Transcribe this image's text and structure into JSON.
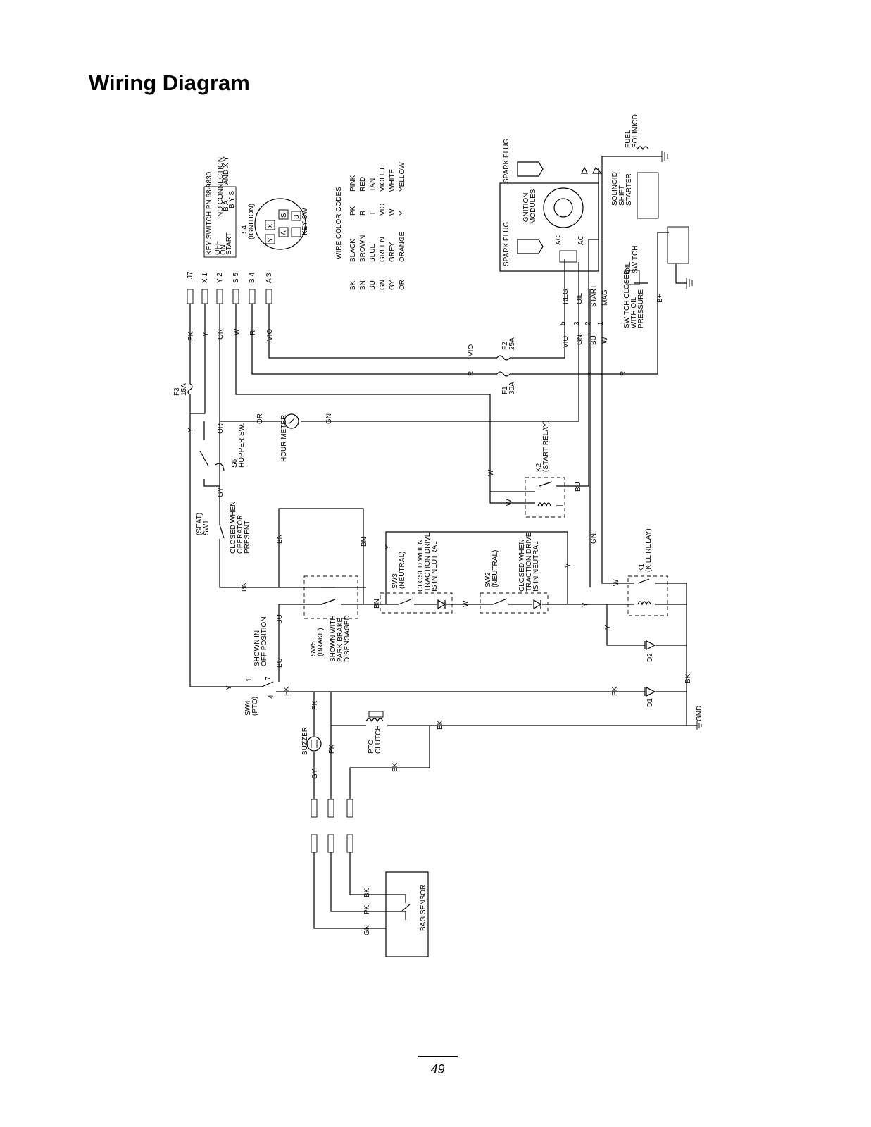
{
  "page": {
    "title": "Wiring Diagram",
    "page_number": "49"
  },
  "key_switch": {
    "header": "KEY SWITCH PN 68-9830",
    "positions": [
      "OFF",
      "ON",
      "START"
    ],
    "no_connection": "NO CONNECTION",
    "pos_off": "B A",
    "pos_on": "B Y S",
    "and_xy": "AND X Y",
    "ref": "S4",
    "ign": "(IGNITION)",
    "keysw": "KEY SW",
    "face_letters": [
      "X",
      "Y",
      "A",
      "S",
      "B"
    ]
  },
  "connector_j7": {
    "label": "J7",
    "pins": [
      "X 1",
      "Y 2",
      "S 5",
      "B 4",
      "A 3"
    ]
  },
  "wire_colors": {
    "title": "WIRE COLOR CODES",
    "left": [
      {
        "code": "BK",
        "name": "BLACK"
      },
      {
        "code": "BN",
        "name": "BROWN"
      },
      {
        "code": "BU",
        "name": "BLUE"
      },
      {
        "code": "GN",
        "name": "GREEN"
      },
      {
        "code": "GY",
        "name": "GREY"
      },
      {
        "code": "OR",
        "name": "ORANGE"
      }
    ],
    "right": [
      {
        "code": "PK",
        "name": "PINK"
      },
      {
        "code": "R",
        "name": "RED"
      },
      {
        "code": "T",
        "name": "TAN"
      },
      {
        "code": "VIO",
        "name": "VIOLET"
      },
      {
        "code": "W",
        "name": "WHITE"
      },
      {
        "code": "Y",
        "name": "YELLOW"
      }
    ]
  },
  "engine": {
    "spark_plug": "SPARK PLUG",
    "ignition_modules": "IGNITION\nMODULES",
    "ac": "AC",
    "fuel_solenoid": "FUEL\nSOLINIOD",
    "starter": "SOLINOID\nSHIFT\nSTARTER",
    "oil_switch": "OIL\nSWITCH",
    "oil_pressure": "SWITCH CLOSED\nWITH OIL\nPRESSURE",
    "terminals": [
      "REG",
      "OIL",
      "START",
      "MAG"
    ],
    "terminal_pins": [
      "5",
      "3",
      "2",
      "1"
    ],
    "battery": "B+"
  },
  "fuses": {
    "f1": "F1\n30A",
    "f2": "F2\n25A",
    "f3": "F3\n15A"
  },
  "components": {
    "hour_meter": "HOUR METER",
    "hopper": "S6\nHOPPER SW.",
    "seat": "(SEAT)\nSW1",
    "seat_note": "CLOSED WHEN\nOPERATOR\nPRESENT",
    "k2": "K2\n(START RELAY)",
    "k1": "K1\n(KILL RELAY)",
    "sw3": "SW3\n(NEUTRAL)",
    "sw3_note": "CLOSED WHEN\nTRACTION DRIVE\nIS IN NEUTRAL",
    "sw2": "SW2\n(NEUTRAL)",
    "sw2_note": "CLOSED WHEN\nTRACTION DRIVE\nIS IN NEUTRAL",
    "sw5": "SW5\n(BRAKE)",
    "sw5_note": "SHOWN WITH\nPARK BRAKE\nDISENGAGED",
    "sw4": "SW4\n(PTO)",
    "sw4_note": "SHOWN IN\nOFF POSITION",
    "sw4_pins": [
      "1",
      "7",
      "4"
    ],
    "buzzer": "BUZZER",
    "pto_clutch": "PTO\nCLUTCH",
    "d1": "D1",
    "d2": "D2",
    "gnd": "GND",
    "bag_sensor": "BAG SENSOR"
  },
  "wires": {
    "pk": "PK",
    "y": "Y",
    "or": "OR",
    "w": "W",
    "r": "R",
    "vio": "VIO",
    "gn": "GN",
    "bu": "BU",
    "bn": "BN",
    "gy": "GY",
    "bk": "BK"
  }
}
